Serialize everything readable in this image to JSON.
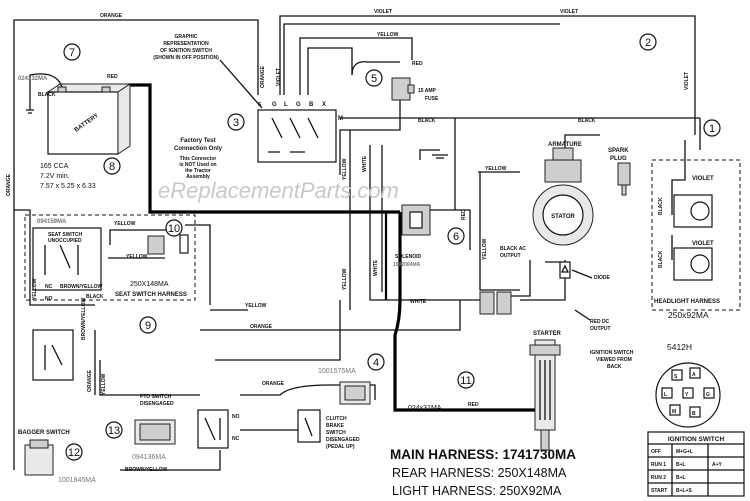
{
  "wire_labels": {
    "orange_top": "ORANGE",
    "violet_top": "VIOLET",
    "violet_top2": "VIOLET",
    "violet_right": "VIOLET",
    "violet_sw": "VIOLET",
    "yellow_top": "YELLOW",
    "red_battery": "RED",
    "black_battery": "BLACK",
    "orange_left": "ORANGE",
    "orange_sw": "ORANGE",
    "red_fuse": "RED",
    "black_mid": "BLACK",
    "black_right": "BLACK",
    "white_a": "WHITE",
    "white_b": "WHITE",
    "white_c": "WHITE",
    "yellow_a": "YELLOW",
    "yellow_b": "YELLOW",
    "yellow_c": "YELLOW",
    "yellow_d": "YELLOW",
    "yellow_e": "YELLOW",
    "yellow_f": "YELLOW",
    "yellow_left": "YELLOW",
    "yellow_pto": "YELLOW",
    "red_solenoid": "RED",
    "red_bottom": "RED",
    "red_dc": "RED DC",
    "red_dc2": "OUTPUT",
    "orange_mid": "ORANGE",
    "orange_clutch": "ORANGE",
    "orange_bottom": "ORANGE",
    "black_ac": "BLACK AC",
    "black_ac2": "OUTPUT",
    "brown_yellow": "BROWN/YELLOW",
    "brown_yellow2": "BROWN/YELLOW",
    "brown_yellow3": "BROWN/YELLOW",
    "yellow_seat": "YELLOW",
    "black_hl1": "BLACK",
    "black_hl2": "BLACK",
    "violet_hl1": "VIOLET",
    "violet_hl2": "VIOLET",
    "black_seat": "BLACK"
  },
  "callouts": [
    "1",
    "2",
    "3",
    "4",
    "5",
    "6",
    "7",
    "8",
    "9",
    "10",
    "11",
    "12",
    "13"
  ],
  "ignition": {
    "caption1": "GRAPHIC",
    "caption2": "REPRESENTATION",
    "caption3": "OF IGNITION SWITCH",
    "caption4": "(SHOWN IN OFF POSITION)",
    "terminals": [
      "G",
      "L",
      "G",
      "B",
      "X"
    ],
    "term_m": "M",
    "term_s": "S"
  },
  "battery": {
    "part": "024x32MA",
    "label": "BATTERY",
    "spec1": "165 CCA",
    "spec2": "7.2V min.",
    "spec3": "7.57 x 5.25 x 6.33"
  },
  "fuse": {
    "label1": "15 AMP",
    "label2": "FUSE"
  },
  "factory_test": {
    "title1": "Factory Test",
    "title2": "Connection Only",
    "note1": "This Connector",
    "note2": "is NOT Used on",
    "note3": "the Tractor",
    "note4": "Assembly"
  },
  "engine": {
    "armature": "ARMATURE",
    "spark1": "SPARK",
    "spark2": "PLUG",
    "stator": "STATOR",
    "diode": "DIODE",
    "starter": "STARTER"
  },
  "solenoid": {
    "label": "SOLENOID",
    "part": "1002004MA"
  },
  "seat_switch": {
    "part": "094159MA",
    "title1": "SEAT SWITCH",
    "title2": "UNOCCUPIED",
    "nc": "NC",
    "no": "NO"
  },
  "seat_harness": {
    "part": "250X148MA",
    "label": "SEAT SWITCH HARNESS"
  },
  "bagger": {
    "label": "BAGGER SWITCH",
    "part": "1001845MA"
  },
  "pto": {
    "title1": "PTO SWITCH",
    "title2": "DISENGAGED",
    "part": "094136MA",
    "no": "NO",
    "nc": "NC"
  },
  "clutch": {
    "part": "1001575MA",
    "title1": "CLUTCH",
    "title2": "BRAKE",
    "title3": "SWITCH",
    "title4": "DISENGAGED",
    "title5": "(PEDAL UP)"
  },
  "harness11": {
    "part": "024x31MA"
  },
  "headlight": {
    "label": "HEADLIGHT HARNESS",
    "part": "250x92MA"
  },
  "ign_view": {
    "part": "5412H",
    "title1": "IGNITION SWITCH",
    "title2": "VIEWED FROM",
    "title3": "BACK",
    "pins": [
      "S",
      "A",
      "L",
      "G",
      "M",
      "B",
      "Y"
    ]
  },
  "ign_table": {
    "title": "IGNITION SWITCH",
    "rows": [
      {
        "pos": "OFF",
        "c1": "M+G+L",
        "c2": ""
      },
      {
        "pos": "RUN 1",
        "c1": "B+L",
        "c2": "A+Y"
      },
      {
        "pos": "RUN 2",
        "c1": "B+L",
        "c2": ""
      },
      {
        "pos": "START",
        "c1": "B+L+S",
        "c2": ""
      }
    ]
  },
  "main_harness": "MAIN HARNESS: 1741730MA",
  "rear_harness": "REAR HARNESS: 250X148MA",
  "light_harness": "LIGHT HARNESS: 250X92MA",
  "watermark": "eReplacementParts.com"
}
